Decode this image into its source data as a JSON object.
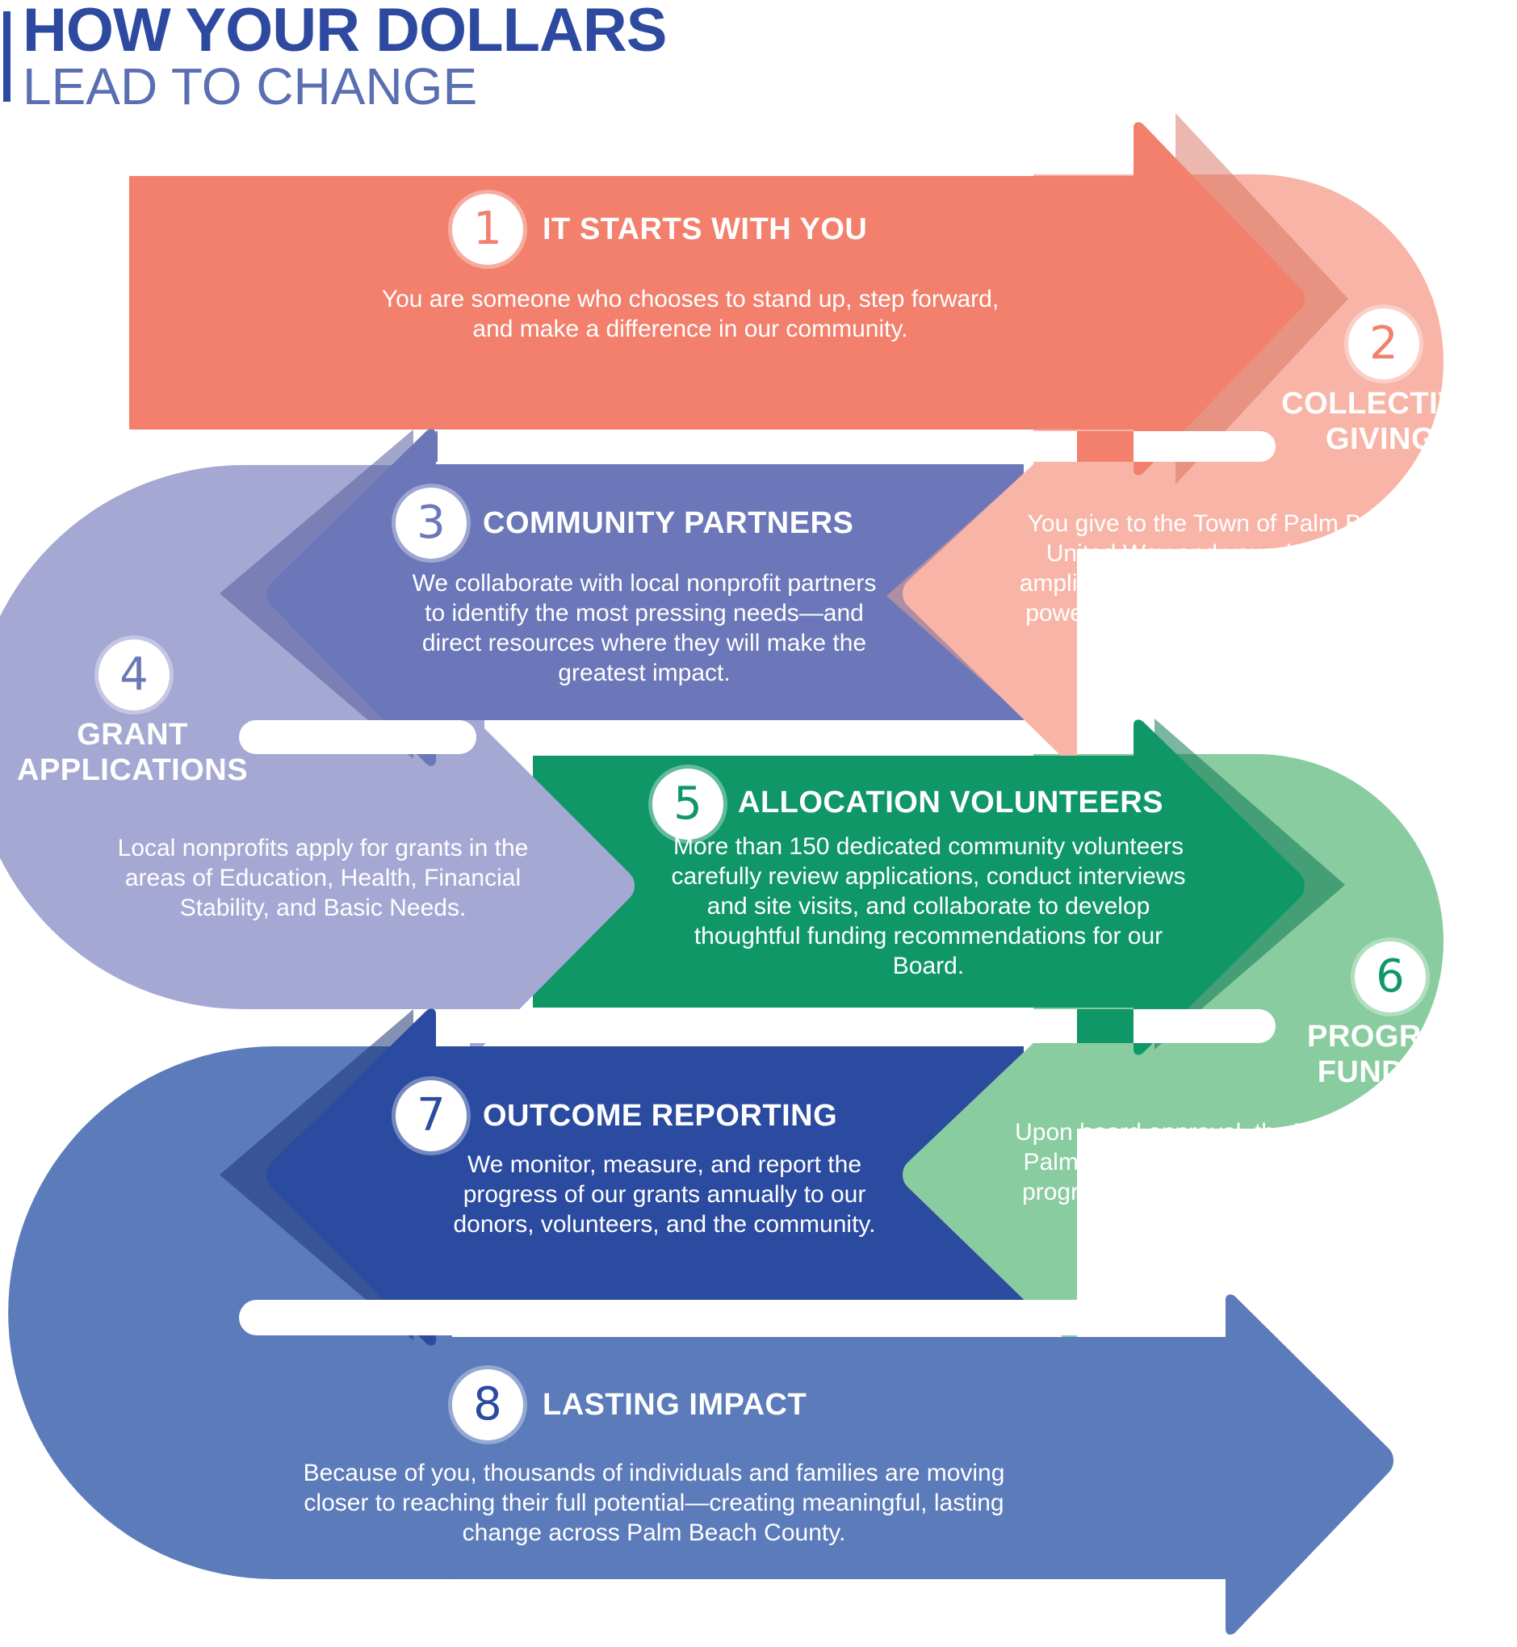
{
  "header": {
    "title_line1": "HOW YOUR DOLLARS",
    "title_line2": "LEAD TO CHANGE"
  },
  "colors": {
    "title_blue": "#2d4aa0",
    "step1": "#f2806d",
    "step2": "#f8b5a7",
    "step3": "#6b77b8",
    "step4": "#a6a8d4",
    "step5": "#109768",
    "step6": "#89cc9f",
    "step7": "#2b4ba0",
    "step8": "#5b7bbb"
  },
  "steps": [
    {
      "number": "1",
      "title": "IT STARTS WITH YOU",
      "description": "You are someone who chooses to stand up, step forward, and make a difference in our community."
    },
    {
      "number": "2",
      "title": "COLLECTIVE GIVING",
      "description": "You give to the Town of Palm Beach United Way and your donation is amplified through the collective giving power of individuals, employees and corporations."
    },
    {
      "number": "3",
      "title": "COMMUNITY PARTNERS",
      "description": "We collaborate with local nonprofit partners to identify the most pressing needs—and direct resources where they will make the greatest impact."
    },
    {
      "number": "4",
      "title": "GRANT APPLICATIONS",
      "description": "Local nonprofits apply for grants in the areas of Education, Health, Financial Stability, and Basic Needs."
    },
    {
      "number": "5",
      "title": "ALLOCATION VOLUNTEERS",
      "description": "More than 150 dedicated community volunteers carefully review applications, conduct interviews and site visits, and collaborate to develop thoughtful funding recommendations for our Board."
    },
    {
      "number": "6",
      "title": "PROGRAM FUNDING",
      "description": "Upon board approval, the Town of Palm Beach United Way awards program grants to local nonprofit agencies."
    },
    {
      "number": "7",
      "title": "OUTCOME REPORTING",
      "description": "We monitor, measure, and report the progress of our grants annually to our donors, volunteers, and the community."
    },
    {
      "number": "8",
      "title": "LASTING IMPACT",
      "description": "Because of you, thousands of individuals and families are moving closer to reaching their full potential—creating meaningful, lasting change across Palm Beach County."
    }
  ]
}
